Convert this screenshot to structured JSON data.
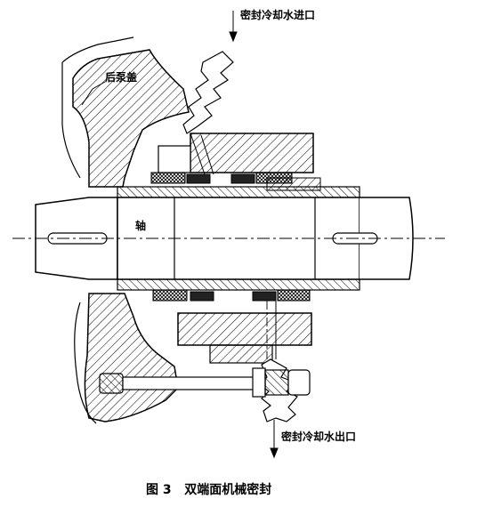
{
  "labels": {
    "inlet": "密封冷却水进口",
    "cover": "后泵盖",
    "shaft": "轴",
    "outlet": "密封冷却水出口"
  },
  "caption": {
    "number": "图 3",
    "title": "双端面机械密封"
  }
}
